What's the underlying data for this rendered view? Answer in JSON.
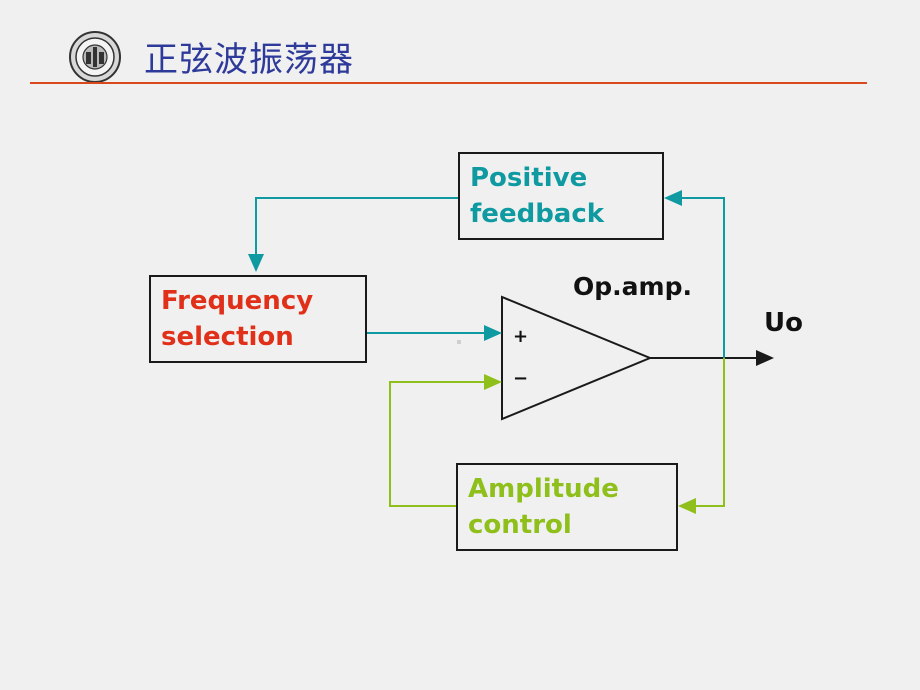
{
  "slide": {
    "title": "正弦波振荡器",
    "logo_icon": "university-seal-icon"
  },
  "diagram": {
    "blocks": {
      "positive_feedback": {
        "line1": "Positive",
        "line2": "feedback"
      },
      "frequency_selection": {
        "line1": "Frequency",
        "line2": "selection"
      },
      "amplitude_control": {
        "line1": "Amplitude",
        "line2": "control"
      }
    },
    "opamp": {
      "label": "Op.amp.",
      "plus": "+",
      "minus": "−"
    },
    "output_label": "Uo",
    "colors": {
      "title": "#2e3a9a",
      "rule": "#d9481e",
      "positive_feedback": "#0e9aa0",
      "frequency_selection": "#e0301a",
      "amplitude_control": "#8fbf1a",
      "line_dark": "#1a1a1a"
    }
  }
}
